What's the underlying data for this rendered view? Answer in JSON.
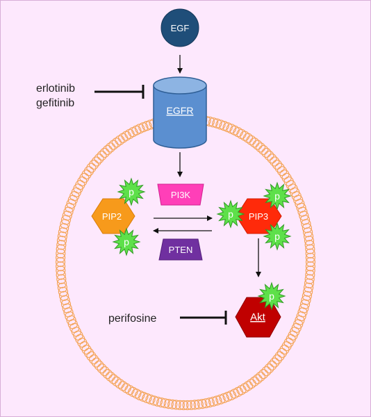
{
  "colors": {
    "background": "#fde8fd",
    "membrane": "#f4a55a",
    "egf": "#1f4e79",
    "egfr": "#5b8fd0",
    "pi3k": "#ff3fb8",
    "pten": "#7030a0",
    "pip2": "#f79a1b",
    "pip3": "#ff2a0a",
    "akt": "#c00000",
    "phospho": "#5ee04a"
  },
  "ligand": {
    "label": "EGF"
  },
  "receptor": {
    "label": "EGFR"
  },
  "inhibitors": {
    "egfr_drugs": [
      "erlotinib",
      "gefitinib"
    ],
    "akt_drug": "perifosine"
  },
  "enzymes": {
    "kinase": "PI3K",
    "phosphatase": "PTEN"
  },
  "lipids": {
    "substrate": "PIP2",
    "product": "PIP3"
  },
  "effector": {
    "label": "Akt"
  },
  "phospho_label": "p"
}
